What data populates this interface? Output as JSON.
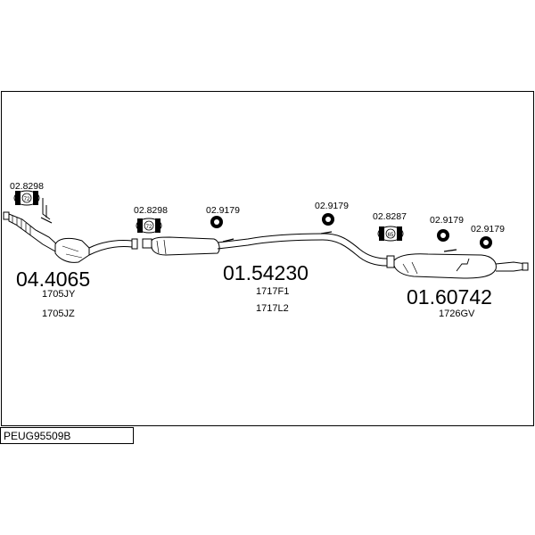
{
  "diagram": {
    "clamps": {
      "c1": "02.8298",
      "c2": "02.8298",
      "c3": "02.8287"
    },
    "mounts": {
      "m1": "02.9179",
      "m2": "02.9179",
      "m3": "02.9179",
      "m4": "02.9179"
    },
    "clamp_symbols": {
      "s1": "72",
      "s2": "72",
      "s3": "65"
    },
    "parts": {
      "front": {
        "number": "04.4065",
        "ref1": "1705JY",
        "ref2": "1705JZ"
      },
      "middle": {
        "number": "01.54230",
        "ref1": "1717F1",
        "ref2": "1717L2"
      },
      "rear": {
        "number": "01.60742",
        "ref1": "1726GV"
      }
    }
  },
  "footer": {
    "code": "PEUG95509B"
  }
}
